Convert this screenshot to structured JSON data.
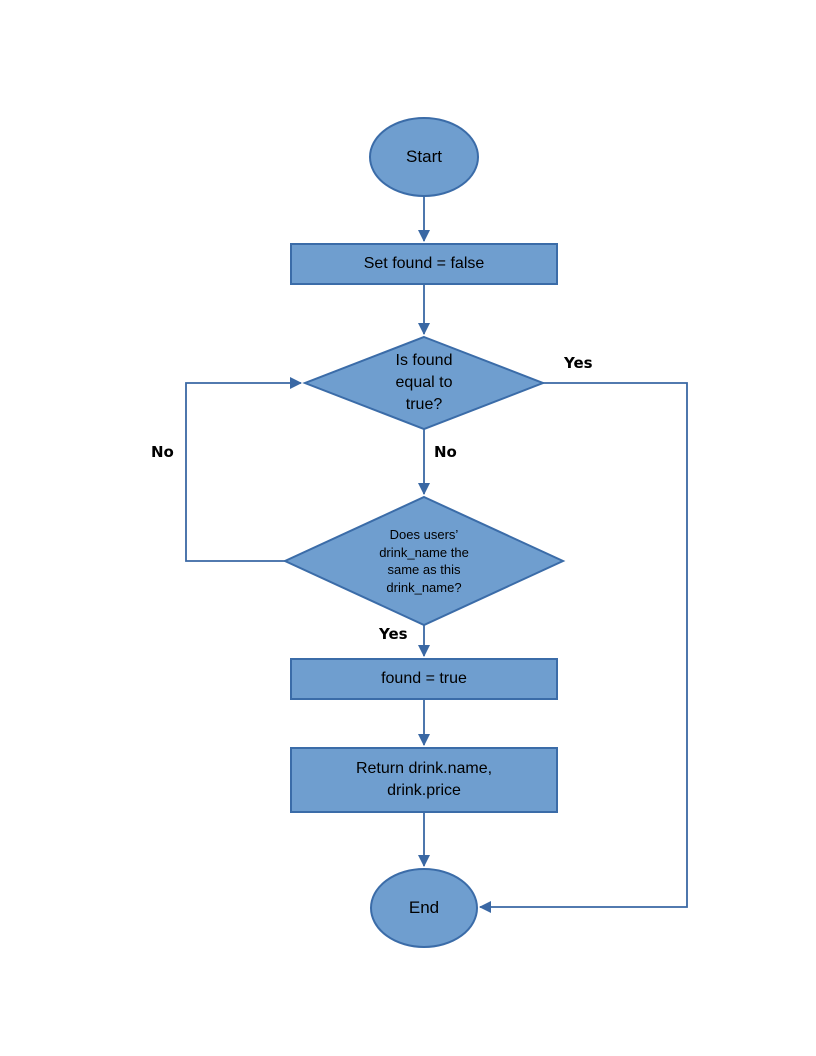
{
  "colors": {
    "page_background": "#ffffff",
    "shape_fill": "#6F9ECF",
    "shape_border": "#3B6CA8",
    "connector": "#3A68A4",
    "text": "#000000"
  },
  "nodes": {
    "start": {
      "type": "terminator",
      "label": "Start"
    },
    "set_found": {
      "type": "process",
      "label": "Set found = false"
    },
    "is_found": {
      "type": "decision",
      "label": "Is found\nequal to\ntrue?"
    },
    "name_match": {
      "type": "decision",
      "label": "Does users’\ndrink_name the\nsame as this\ndrink_name?"
    },
    "found_true": {
      "type": "process",
      "label": "found = true"
    },
    "return_drink": {
      "type": "process",
      "label": "Return drink.name,\ndrink.price"
    },
    "end": {
      "type": "terminator",
      "label": "End"
    }
  },
  "edges": {
    "is_found_yes": {
      "label": "Yes",
      "from": "is_found",
      "to": "end"
    },
    "is_found_no": {
      "label": "No",
      "from": "is_found",
      "to": "name_match"
    },
    "name_match_no": {
      "label": "No",
      "from": "name_match",
      "to": "is_found"
    },
    "name_match_yes": {
      "label": "Yes",
      "from": "name_match",
      "to": "found_true"
    }
  }
}
